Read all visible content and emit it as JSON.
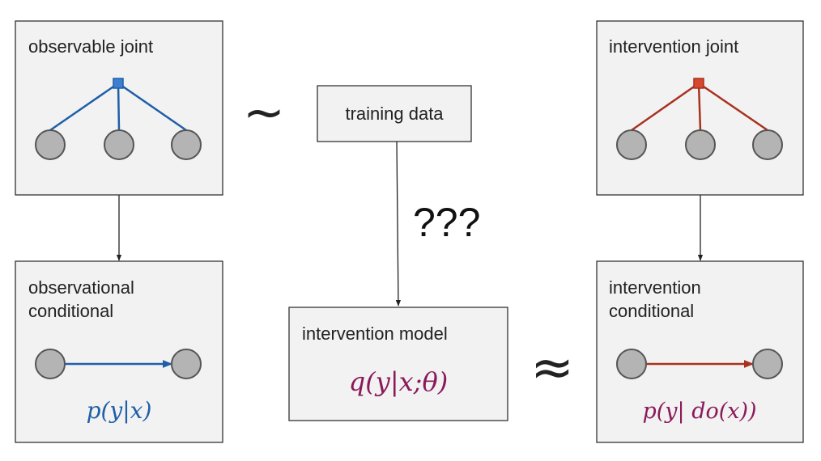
{
  "nodes": {
    "observable_joint": {
      "title": "observable joint"
    },
    "intervention_joint": {
      "title": "intervention joint"
    },
    "training_data": {
      "title": "training data"
    },
    "observational_conditional": {
      "title_line1": "observational",
      "title_line2": "conditional",
      "formula": "p(y|x)"
    },
    "intervention_conditional": {
      "title_line1": "intervention",
      "title_line2": "conditional",
      "formula": "p(y| do(x))"
    },
    "intervention_model": {
      "title": "intervention model",
      "formula": "q(y|x;θ)"
    }
  },
  "symbols": {
    "tilde": "∼",
    "approx": "≈",
    "unknown": "???"
  },
  "colors": {
    "blue": "#1f5fa8",
    "red": "#a8321f",
    "formula_purple": "#8b1a5a",
    "box_fill": "#f2f2f2",
    "node_fill": "#b4b4b4"
  }
}
